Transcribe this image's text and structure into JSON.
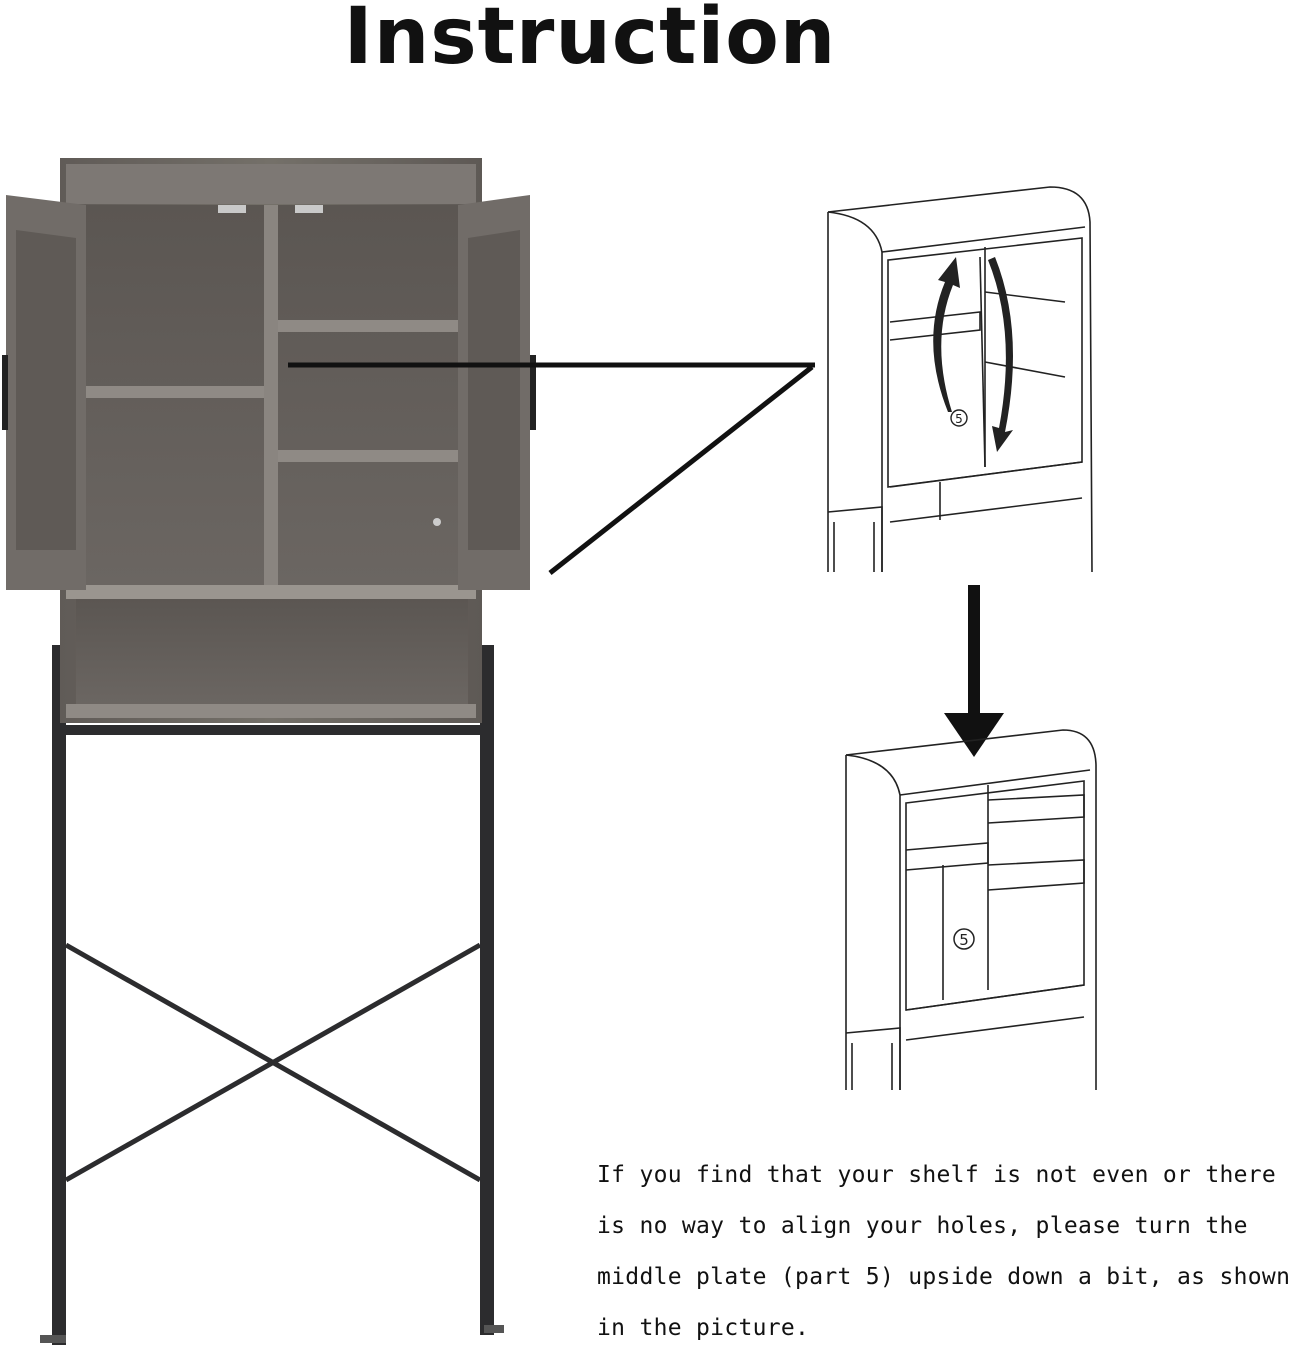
{
  "title": "Instruction",
  "sketch_label": "5",
  "note": {
    "lines": [
      "If you find that your shelf is not even or there",
      "is no way to align your holes, please turn the",
      "middle plate (part 5) upside down a bit, as shown",
      "in the picture."
    ]
  },
  "colors": {
    "wood": "#6f6a66",
    "wood_dark": "#4e4a47",
    "wood_light": "#8b8682",
    "frame": "#2a2a2c",
    "ink": "#111111"
  }
}
